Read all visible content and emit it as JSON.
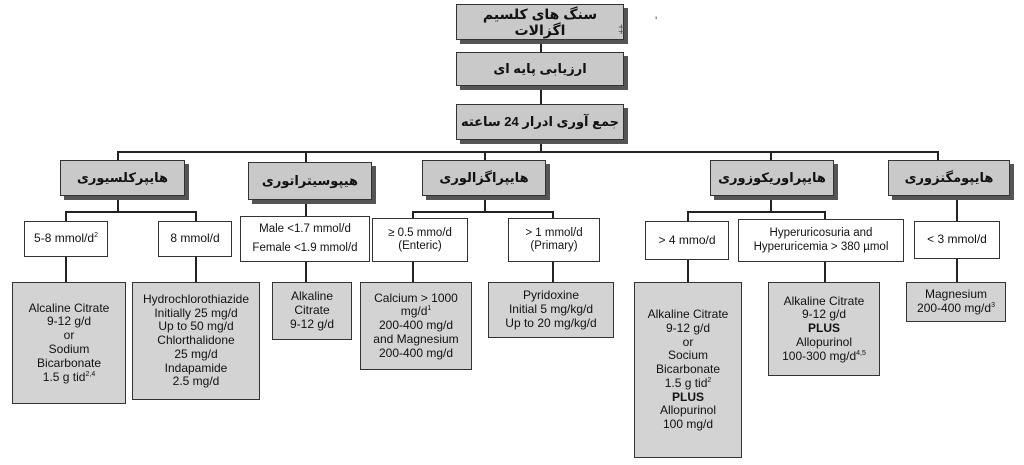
{
  "headers": {
    "root": "سنگ های کلسیم اگزالات",
    "evaluation": "ارزیابی پایه ای",
    "collection": "جمع آوری ادرار 24 ساعته",
    "hypercalciuria": "هایپرکلسیوری",
    "hypocitraturia": "هیپوسیتراتوری",
    "hyperoxaluria": "هایپراگزالوری",
    "hyperuricosuria": "هایپراوریکوزوری",
    "hypomagnesuria": "هایپومگنزوری"
  },
  "conditions": {
    "calc_5_8": {
      "value": "5-8 mmol/d",
      "sup": "2"
    },
    "calc_8": {
      "value": "8 mmol/d"
    },
    "citrate_male": "Male <1.7 mmol/d",
    "citrate_female": "Female <1.9 mmol/d",
    "oxal_enteric_1": "≥ 0.5 mmo/d",
    "oxal_enteric_2": "(Enteric)",
    "oxal_primary_1": "> 1 mmol/d",
    "oxal_primary_2": "(Primary)",
    "uric_4": "> 4 mmo/d",
    "uric_hyper_1": "Hyperuricosuria and",
    "uric_hyper_2": "Hyperuricemia > 380 µmol",
    "mag_3": "< 3 mmol/d"
  },
  "treatments": {
    "t1": {
      "l1": "Alcaline Citrate",
      "l2": "9-12 g/d",
      "l3": "or",
      "l4": "Sodium",
      "l5": "Bicarbonate",
      "l6": "1.5 g tid",
      "l6_sup": "2,4"
    },
    "t2": {
      "l1": "Hydrochlorothiazide",
      "l2": "Initially 25 mg/d",
      "l3": "Up to 50 mg/d",
      "l4": "Chlorthalidone",
      "l5": "25 mg/d",
      "l6": "Indapamide",
      "l7": "2.5 mg/d"
    },
    "t3": {
      "l1": "Alkaline",
      "l2": "Citrate",
      "l3": "9-12 g/d"
    },
    "t4": {
      "l1": "Calcium > 1000",
      "l2": "mg/d",
      "l2_sup": "1",
      "l3": "200-400 mg/d",
      "l4": "and Magnesium",
      "l5": "200-400 mg/d"
    },
    "t5": {
      "l1": "Pyridoxine",
      "l2": "Initial 5 mg/kg/d",
      "l3": "Up to 20 mg/kg/d"
    },
    "t6": {
      "l1": "Alkaline Citrate",
      "l2": "9-12 g/d",
      "l3": "or",
      "l4": "Socium",
      "l5": "Bicarbonate",
      "l6": "1.5 g tid",
      "l6_sup": "2",
      "l7": "PLUS",
      "l8": "Allopurinol",
      "l9": "100 mg/d"
    },
    "t7": {
      "l1": "Alkaline Citrate",
      "l2": "9-12 g/d",
      "l3": "PLUS",
      "l4": "Allopurinol",
      "l5": "100-300 mg/d",
      "l5_sup": "4,5"
    },
    "t8": {
      "l1": "Magnesium",
      "l2": "200-400 mg/d",
      "l2_sup": "3"
    }
  },
  "marks": {
    "stray_1": "‡",
    "stray_2": "'"
  }
}
